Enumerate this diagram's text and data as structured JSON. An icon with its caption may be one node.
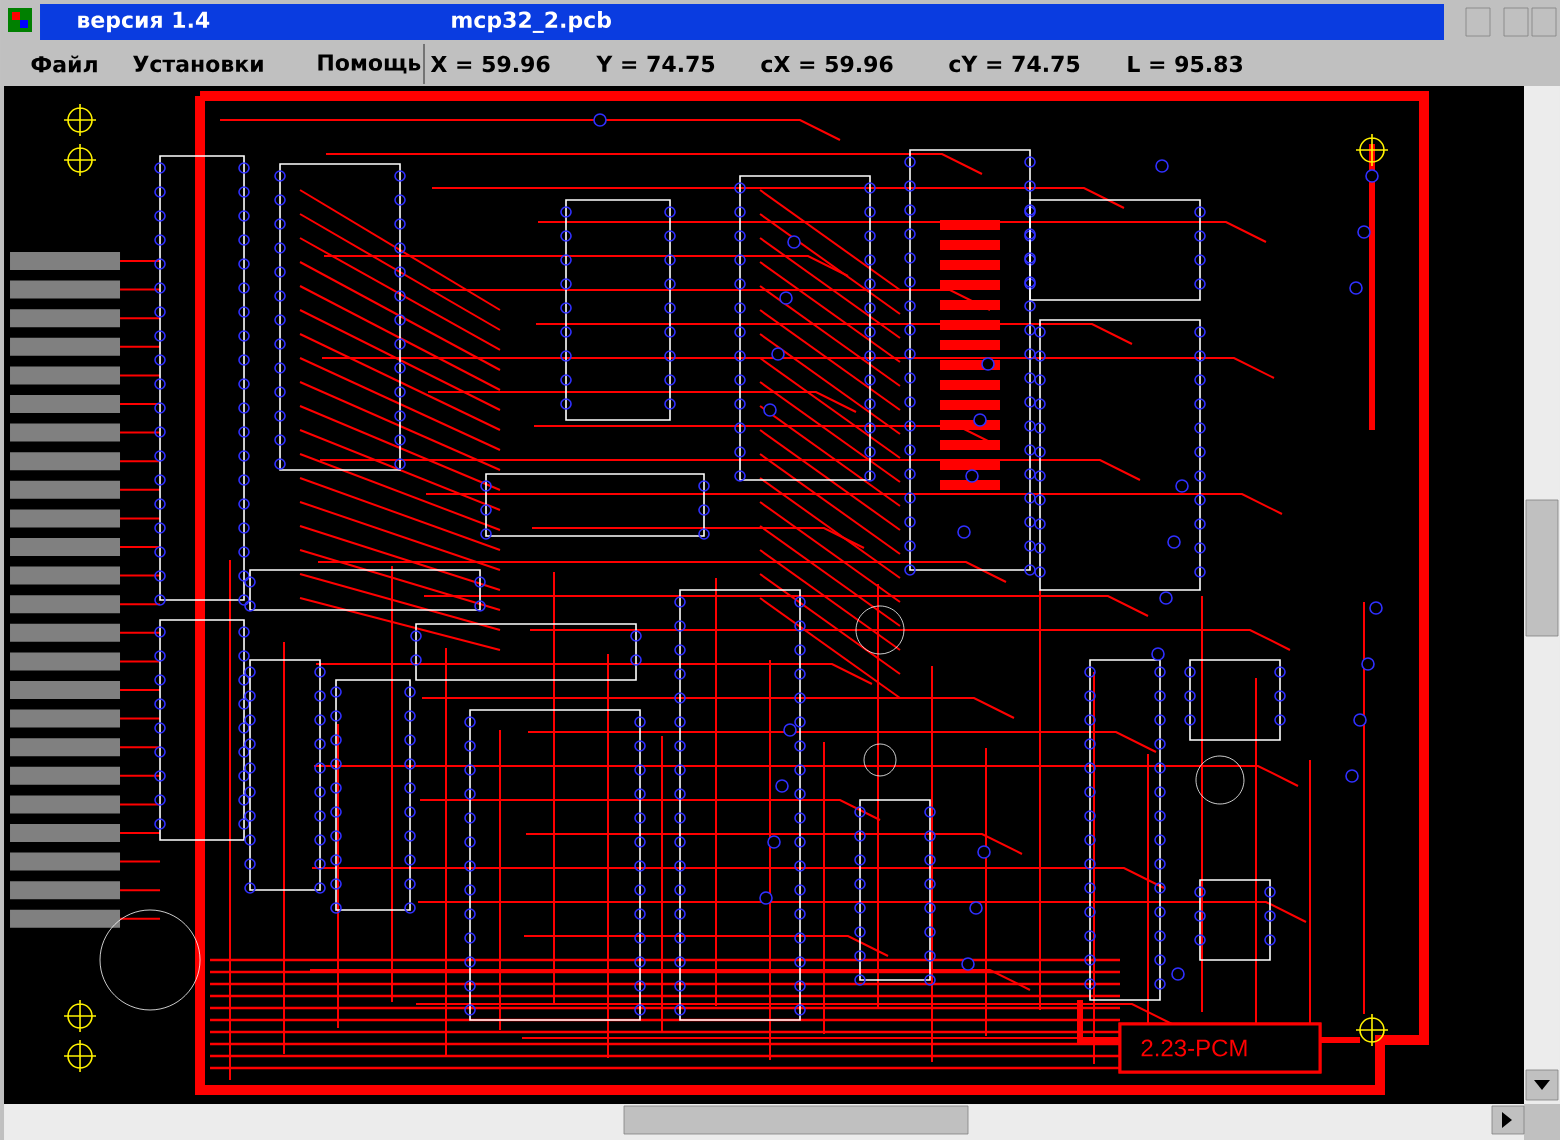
{
  "diagram": {
    "labels": [
      "версия 1.4",
      "mcp32_2.pcb",
      "Файл",
      "Установки",
      "Помощь",
      "X =  59.96",
      "Y =  74.75",
      "cX =  59.96",
      "cY =  74.75",
      "L =  95.83",
      "2.23-PCM"
    ]
  }
}
